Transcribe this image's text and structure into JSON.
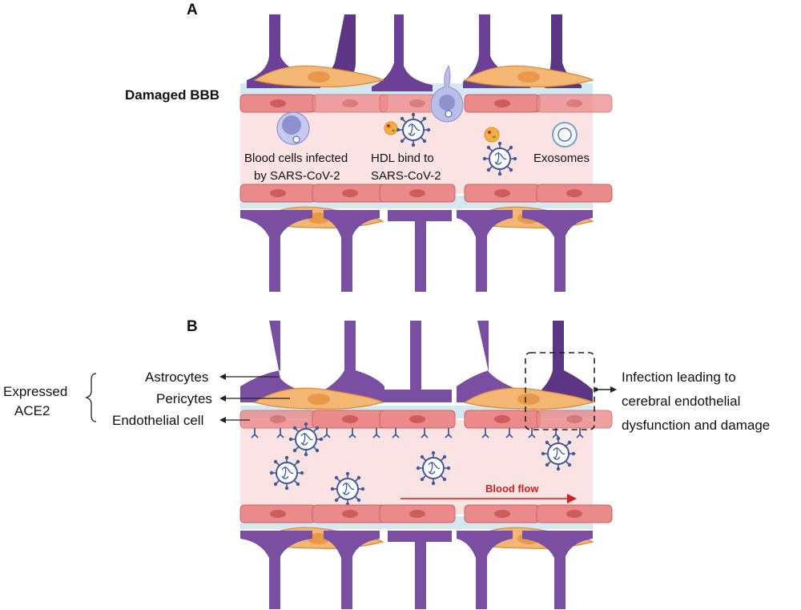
{
  "panel_a": {
    "letter": "A",
    "section_label": "Damaged BBB",
    "labels": {
      "blood_cells_line1": "Blood cells infected",
      "blood_cells_line2": "by SARS-CoV-2",
      "hdl_line1": "HDL bind to",
      "hdl_line2": "SARS-CoV-2",
      "exosomes": "Exosomes"
    }
  },
  "panel_b": {
    "letter": "B",
    "expressed_line1": "Expressed",
    "expressed_line2": "ACE2",
    "astrocytes": "Astrocytes",
    "pericytes": "Pericytes",
    "endothelial": "Endothelial cell",
    "infection_line1": "Infection leading to",
    "infection_line2": "cerebral endothelial",
    "infection_line3": "dysfunction and damage",
    "blood_flow": "Blood flow"
  },
  "colors": {
    "vessel_lumen": "#fbe3e3",
    "basement_membrane": "#d4e8f2",
    "astrocyte": "#7a4ea0",
    "astrocyte_dark": "#5d3585",
    "pericyte": "#f3b673",
    "endothelial": "#ea8a8a",
    "virus": "#3e5a99",
    "blood_flow_arrow": "#d32020"
  }
}
